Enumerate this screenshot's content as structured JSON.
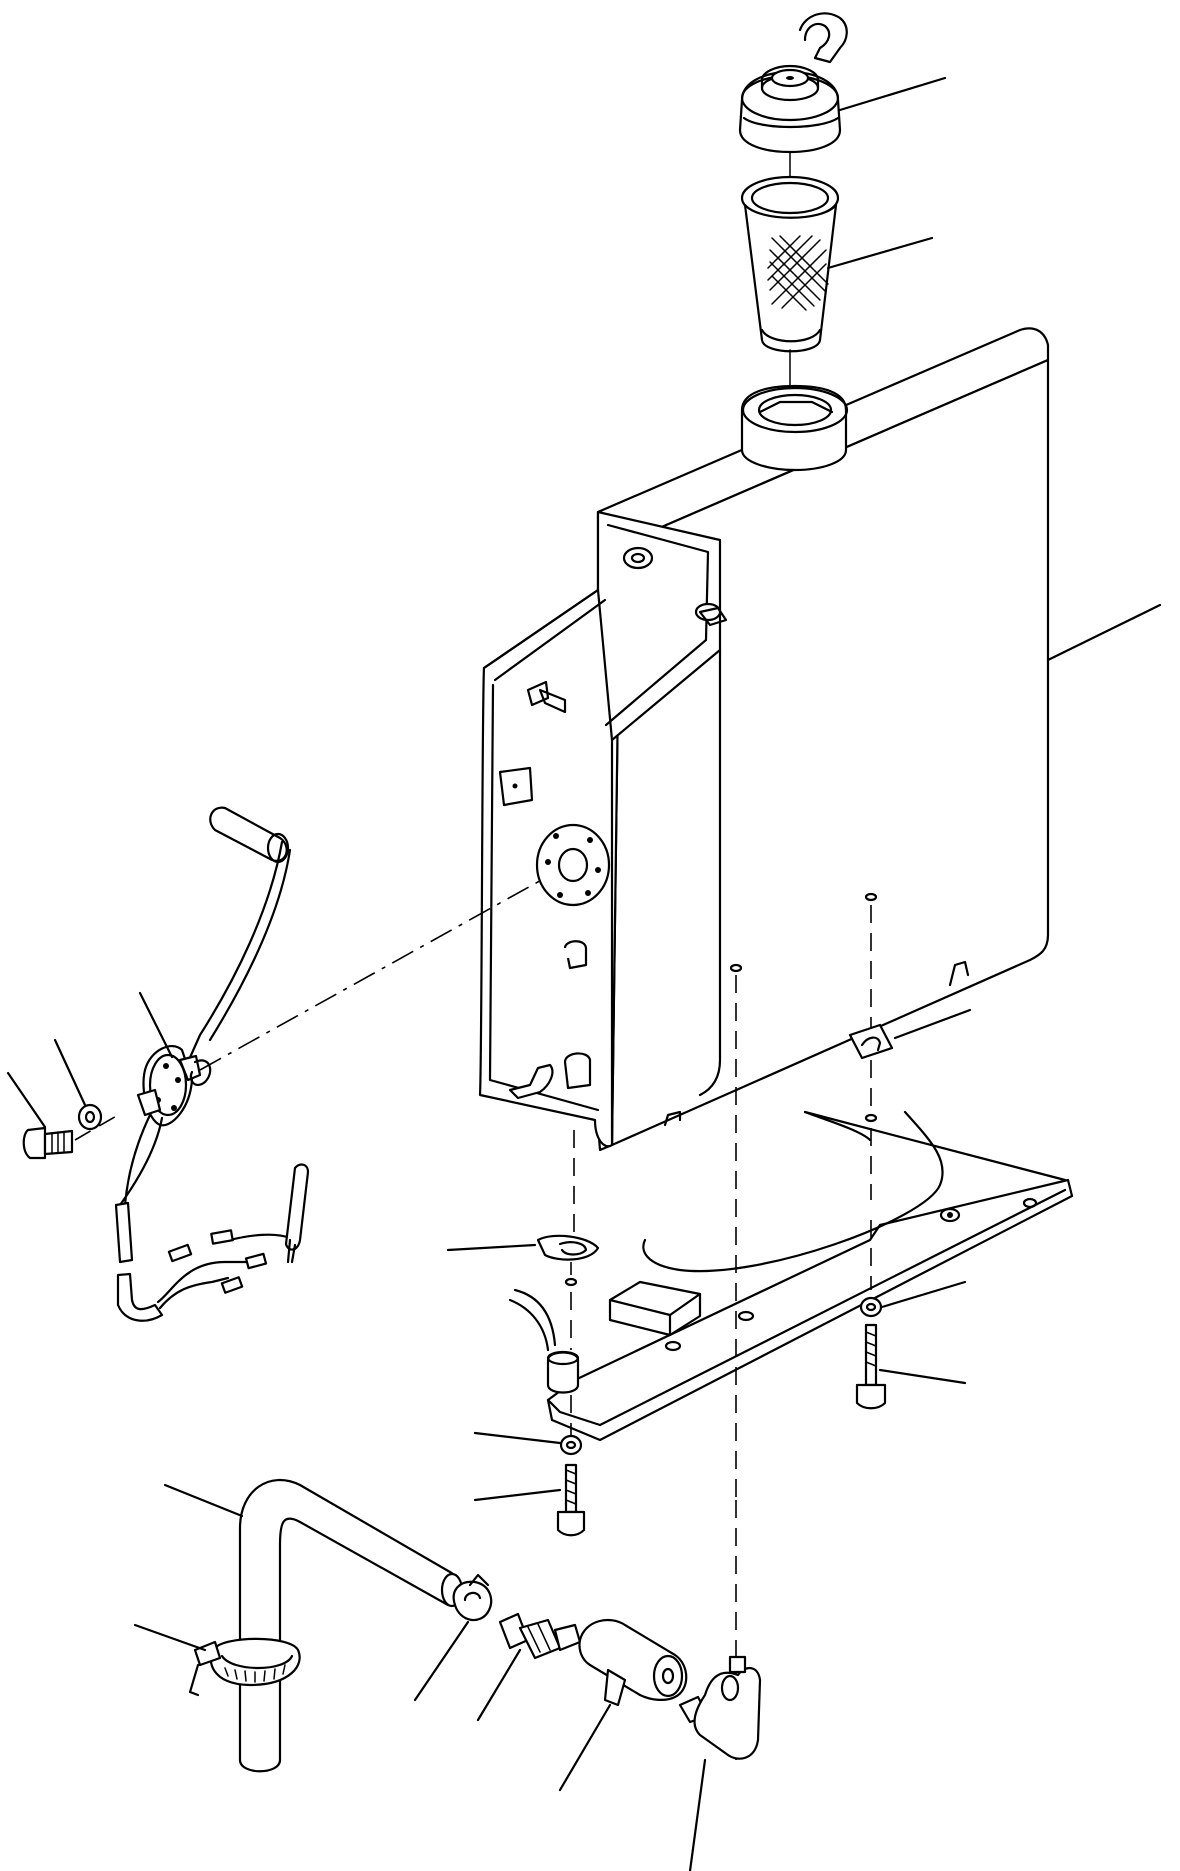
{
  "drawing": {
    "parts": [
      {
        "id": "filler-cap",
        "icon": "filler-cap-icon"
      },
      {
        "id": "strainer",
        "icon": "strainer-icon"
      },
      {
        "id": "tank",
        "icon": "fuel-tank-icon"
      },
      {
        "id": "fuel-gauge-sender",
        "icon": "float-sender-icon"
      },
      {
        "id": "bracket-plate",
        "icon": "mounting-plate-icon"
      },
      {
        "id": "fuel-hose",
        "icon": "hose-icon"
      },
      {
        "id": "hose-clamp",
        "icon": "clamp-icon"
      },
      {
        "id": "connector",
        "icon": "connector-icon"
      },
      {
        "id": "elbow",
        "icon": "elbow-icon"
      }
    ]
  }
}
